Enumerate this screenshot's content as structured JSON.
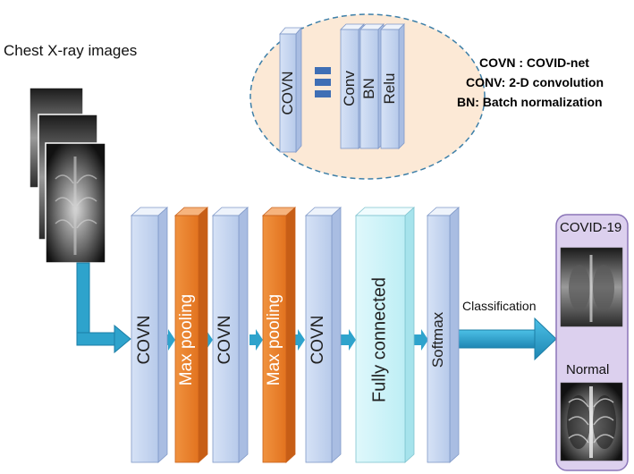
{
  "input": {
    "title": "Chest X-ray images"
  },
  "zoom": {
    "covn": "COVN",
    "conv": "Conv",
    "bn": "BN",
    "relu": "Relu"
  },
  "legend": [
    "COVN : COVID-net",
    "CONV: 2-D convolution",
    "BN: Batch normalization"
  ],
  "layers": [
    {
      "label": "COVN"
    },
    {
      "label": "Max pooling"
    },
    {
      "label": "COVN"
    },
    {
      "label": "Max pooling"
    },
    {
      "label": "COVN"
    },
    {
      "label": "Fully connected"
    },
    {
      "label": "Softmax"
    }
  ],
  "classification_label": "Classification",
  "outputs": {
    "covid": "COVID-19",
    "normal": "Normal"
  },
  "colors": {
    "covn_block": "#c9d8f1",
    "pool_block": "#e97f2c",
    "fc_block": "#c9f1f7",
    "arrow": "#2ea3cc",
    "output_panel": "#dcd0ee",
    "zoom_circle": "#fce9d6"
  }
}
